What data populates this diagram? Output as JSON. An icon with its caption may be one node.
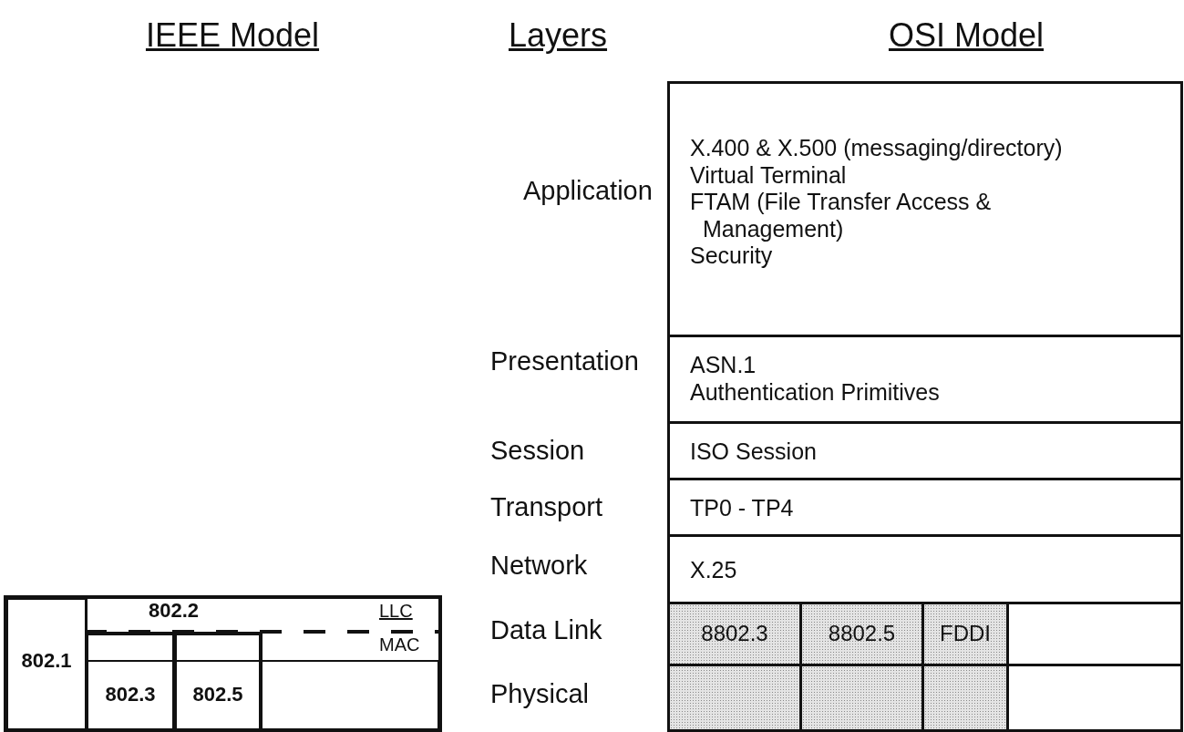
{
  "diagram": {
    "nodes": [
      {
        "text": [
          "X.400 & X.500 (messaging/directory)",
          "Virtual Terminal",
          "FTAM (File Transfer Access & Management)",
          "Security"
        ]
      },
      {
        "text": [
          "ASN.1",
          "Authentication Primitives"
        ]
      },
      {
        "text": [
          "ISO Session"
        ]
      },
      {
        "text": [
          "TP0 - TP4"
        ]
      },
      {
        "text": [
          "X.25"
        ]
      },
      {
        "text": [
          "8802.3"
        ]
      },
      {
        "text": [
          "8802.5"
        ]
      },
      {
        "text": [
          "FDDI"
        ]
      },
      {
        "text": [],
        "shape": "box"
      },
      {
        "text": [],
        "shape": "box"
      },
      {
        "text": [],
        "shape": "box"
      },
      {
        "text": [],
        "shape": "box"
      },
      {
        "text": [],
        "shape": "box"
      },
      {
        "text": [
          "802.1"
        ]
      },
      {
        "text": [
          "802.2"
        ]
      },
      {
        "text": [
          "802.3"
        ]
      },
      {
        "text": [
          "802.5"
        ]
      },
      {
        "text": [],
        "shape": "box"
      }
    ],
    "labels": [
      "IEEE Model",
      "Layers",
      "OSI Model",
      "Application",
      "Presentation",
      "Session",
      "Transport",
      "Network",
      "LLC",
      "MAC",
      "Data Link",
      "Physical"
    ]
  }
}
